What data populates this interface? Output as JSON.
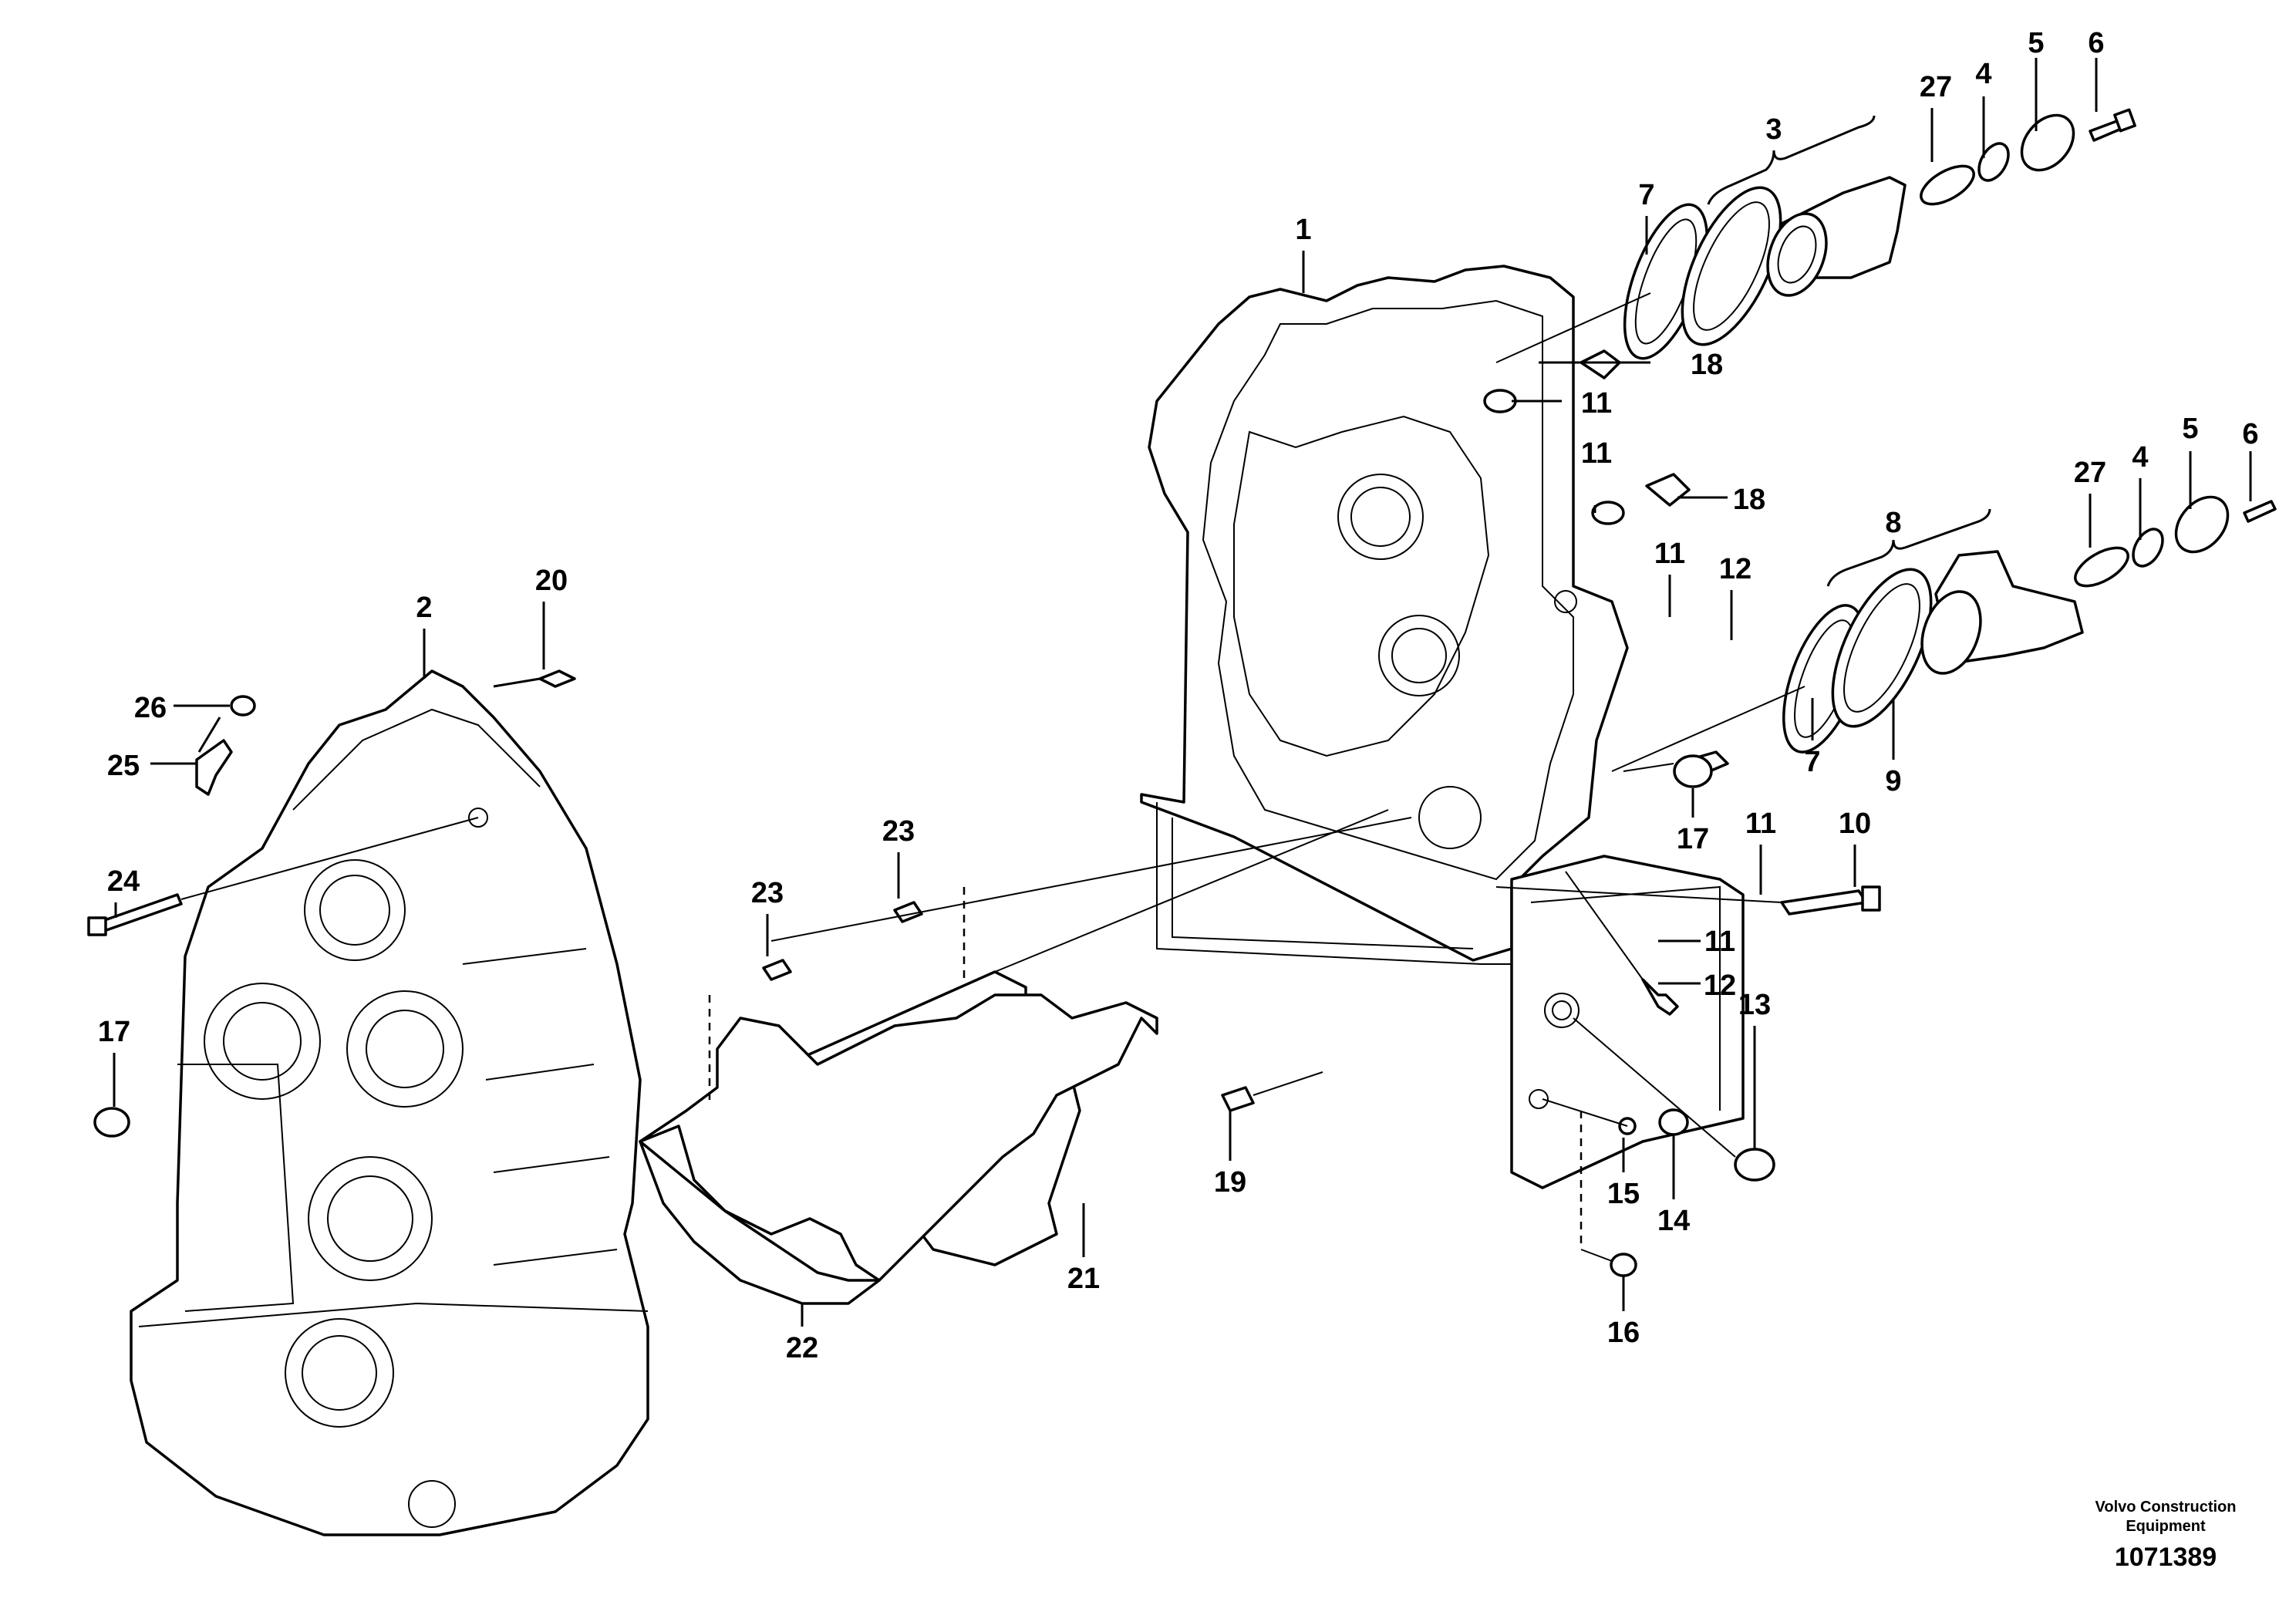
{
  "labels": [
    {
      "id": "1"
    },
    {
      "id": "2"
    },
    {
      "id": "3"
    },
    {
      "id": "4"
    },
    {
      "id": "5"
    },
    {
      "id": "6"
    },
    {
      "id": "27"
    },
    {
      "id": "7"
    },
    {
      "id": "18"
    },
    {
      "id": "11"
    },
    {
      "id": "4"
    },
    {
      "id": "5"
    },
    {
      "id": "6"
    },
    {
      "id": "27"
    },
    {
      "id": "8"
    },
    {
      "id": "11"
    },
    {
      "id": "18"
    },
    {
      "id": "11"
    },
    {
      "id": "12"
    },
    {
      "id": "20"
    },
    {
      "id": "26"
    },
    {
      "id": "25"
    },
    {
      "id": "24"
    },
    {
      "id": "17"
    },
    {
      "id": "23"
    },
    {
      "id": "23"
    },
    {
      "id": "7"
    },
    {
      "id": "9"
    },
    {
      "id": "17"
    },
    {
      "id": "11"
    },
    {
      "id": "10"
    },
    {
      "id": "11"
    },
    {
      "id": "12"
    },
    {
      "id": "13"
    },
    {
      "id": "19"
    },
    {
      "id": "15"
    },
    {
      "id": "14"
    },
    {
      "id": "21"
    },
    {
      "id": "22"
    },
    {
      "id": "16"
    }
  ],
  "brand": {
    "line1": "Volvo Construction",
    "line2": "Equipment"
  },
  "document_number": "1071389"
}
